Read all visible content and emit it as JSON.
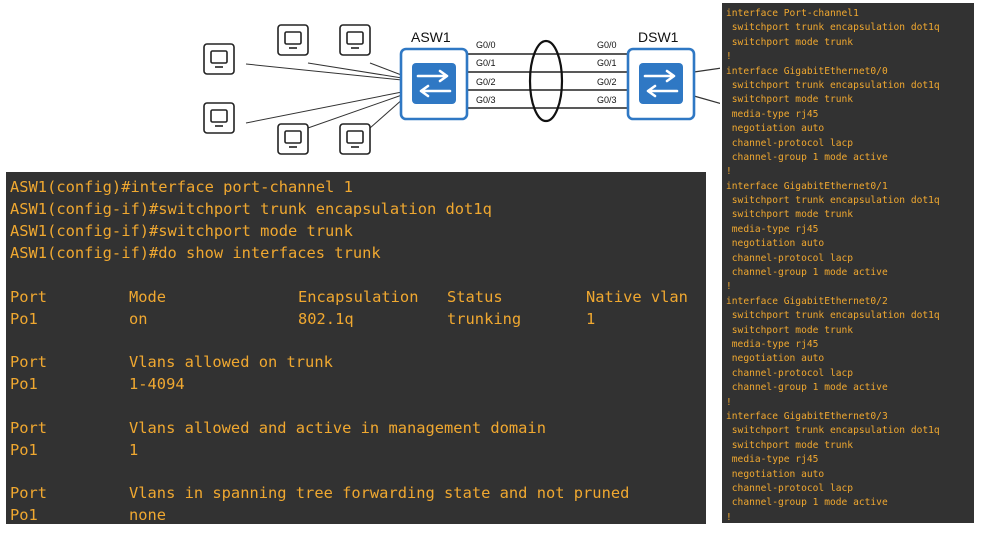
{
  "diagram": {
    "asw1_label": "ASW1",
    "dsw1_label": "DSW1",
    "left_ports": [
      "G0/0",
      "G0/1",
      "G0/2",
      "G0/3"
    ],
    "right_ports": [
      "G0/0",
      "G0/1",
      "G0/2",
      "G0/3"
    ],
    "switch_color": "#2f78c4",
    "pc_count": 6
  },
  "cli": {
    "commands": [
      "ASW1(config)#interface port-channel 1",
      "ASW1(config-if)#switchport trunk encapsulation dot1q",
      "ASW1(config-if)#switchport mode trunk",
      "ASW1(config-if)#do show interfaces trunk"
    ],
    "table1": {
      "headers": [
        "Port",
        "Mode",
        "Encapsulation",
        "Status",
        "Native vlan"
      ],
      "row": [
        "Po1",
        "on",
        "802.1q",
        "trunking",
        "1"
      ]
    },
    "sections": [
      {
        "header": [
          "Port",
          "Vlans allowed on trunk"
        ],
        "row": [
          "Po1",
          "1-4094"
        ]
      },
      {
        "header": [
          "Port",
          "Vlans allowed and active in management domain"
        ],
        "row": [
          "Po1",
          "1"
        ]
      },
      {
        "header": [
          "Port",
          "Vlans in spanning tree forwarding state and not pruned"
        ],
        "row": [
          "Po1",
          "none"
        ]
      }
    ]
  },
  "config_lines": [
    "interface Port-channel1",
    " switchport trunk encapsulation dot1q",
    " switchport mode trunk",
    "!",
    "interface GigabitEthernet0/0",
    " switchport trunk encapsulation dot1q",
    " switchport mode trunk",
    " media-type rj45",
    " negotiation auto",
    " channel-protocol lacp",
    " channel-group 1 mode active",
    "!",
    "interface GigabitEthernet0/1",
    " switchport trunk encapsulation dot1q",
    " switchport mode trunk",
    " media-type rj45",
    " negotiation auto",
    " channel-protocol lacp",
    " channel-group 1 mode active",
    "!",
    "interface GigabitEthernet0/2",
    " switchport trunk encapsulation dot1q",
    " switchport mode trunk",
    " media-type rj45",
    " negotiation auto",
    " channel-protocol lacp",
    " channel-group 1 mode active",
    "!",
    "interface GigabitEthernet0/3",
    " switchport trunk encapsulation dot1q",
    " switchport mode trunk",
    " media-type rj45",
    " negotiation auto",
    " channel-protocol lacp",
    " channel-group 1 mode active",
    "!"
  ]
}
